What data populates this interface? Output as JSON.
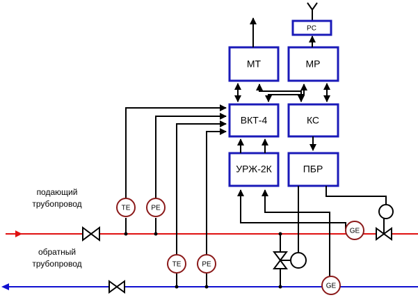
{
  "blocks": {
    "mt": "МТ",
    "mr": "МР",
    "pc": "PC",
    "vkt": "ВКТ-4",
    "ks": "КС",
    "urzh": "УРЖ-2К",
    "pbr": "ПБР"
  },
  "sensors": {
    "te_supply": "TE",
    "pe_supply": "PE",
    "te_return": "TE",
    "pe_return": "PE",
    "ge_supply": "GE",
    "ge_return": "GE"
  },
  "pipes": {
    "supply_line1": "подающий",
    "supply_line2": "трубопровод",
    "return_line1": "обратный",
    "return_line2": "трубопровод"
  },
  "colors": {
    "supply_pipe": "#e01010",
    "return_pipe": "#1010d0",
    "block_border": "#1a1ab8",
    "sensor_border": "#8b1a1a"
  }
}
